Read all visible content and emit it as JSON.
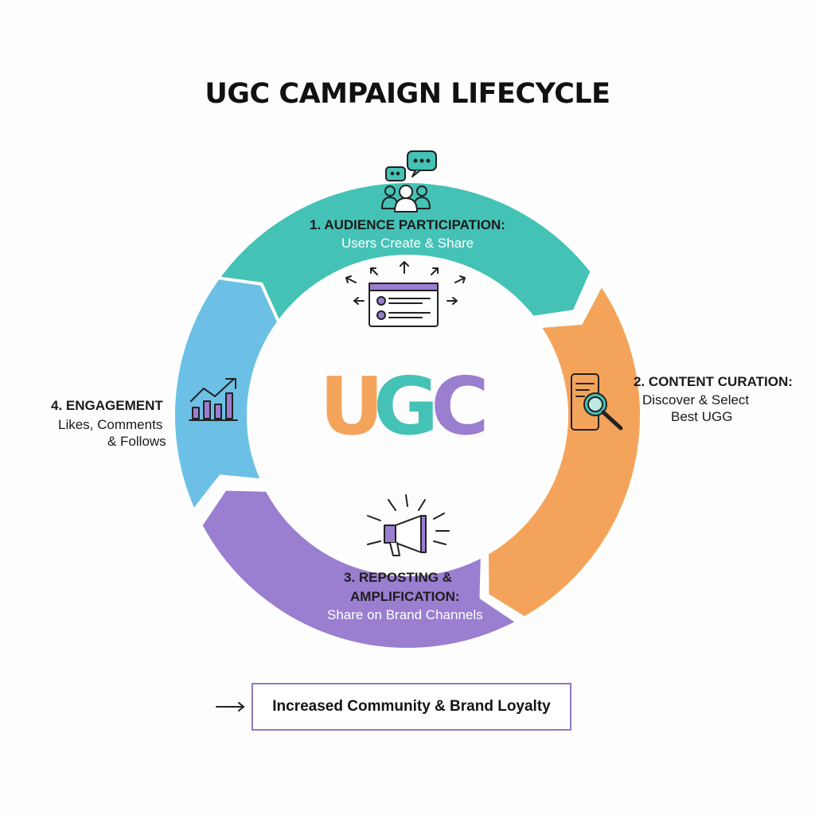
{
  "title": "UGC CAMPAIGN LIFECYCLE",
  "center": {
    "letters": [
      "U",
      "G",
      "C"
    ],
    "colors": [
      "#f4a45a",
      "#45c2b6",
      "#9a7ed0"
    ]
  },
  "stages": [
    {
      "heading": "1. AUDIENCE PARTICIPATION:",
      "subtitle": "Users Create & Share",
      "color": "#45c2b6",
      "icon": "community-chat-icon"
    },
    {
      "heading": "2. CONTENT CURATION:",
      "subtitle_lines": [
        "Discover & Select",
        "Best UGG"
      ],
      "color": "#f4a45a",
      "icon": "search-document-icon"
    },
    {
      "heading_lines": [
        "3. REPOSTING &",
        "AMPLIFICATION:"
      ],
      "subtitle": "Share on Brand Channels",
      "color": "#9a7ed0",
      "icon": "megaphone-icon"
    },
    {
      "heading": "4. ENGAGEMENT",
      "subtitle_lines": [
        "Likes, Comments",
        "& Follows"
      ],
      "color": "#6cc0e6",
      "icon": "growth-chart-icon"
    }
  ],
  "outcome": {
    "label": "Increased Community & Brand Loyalty"
  }
}
